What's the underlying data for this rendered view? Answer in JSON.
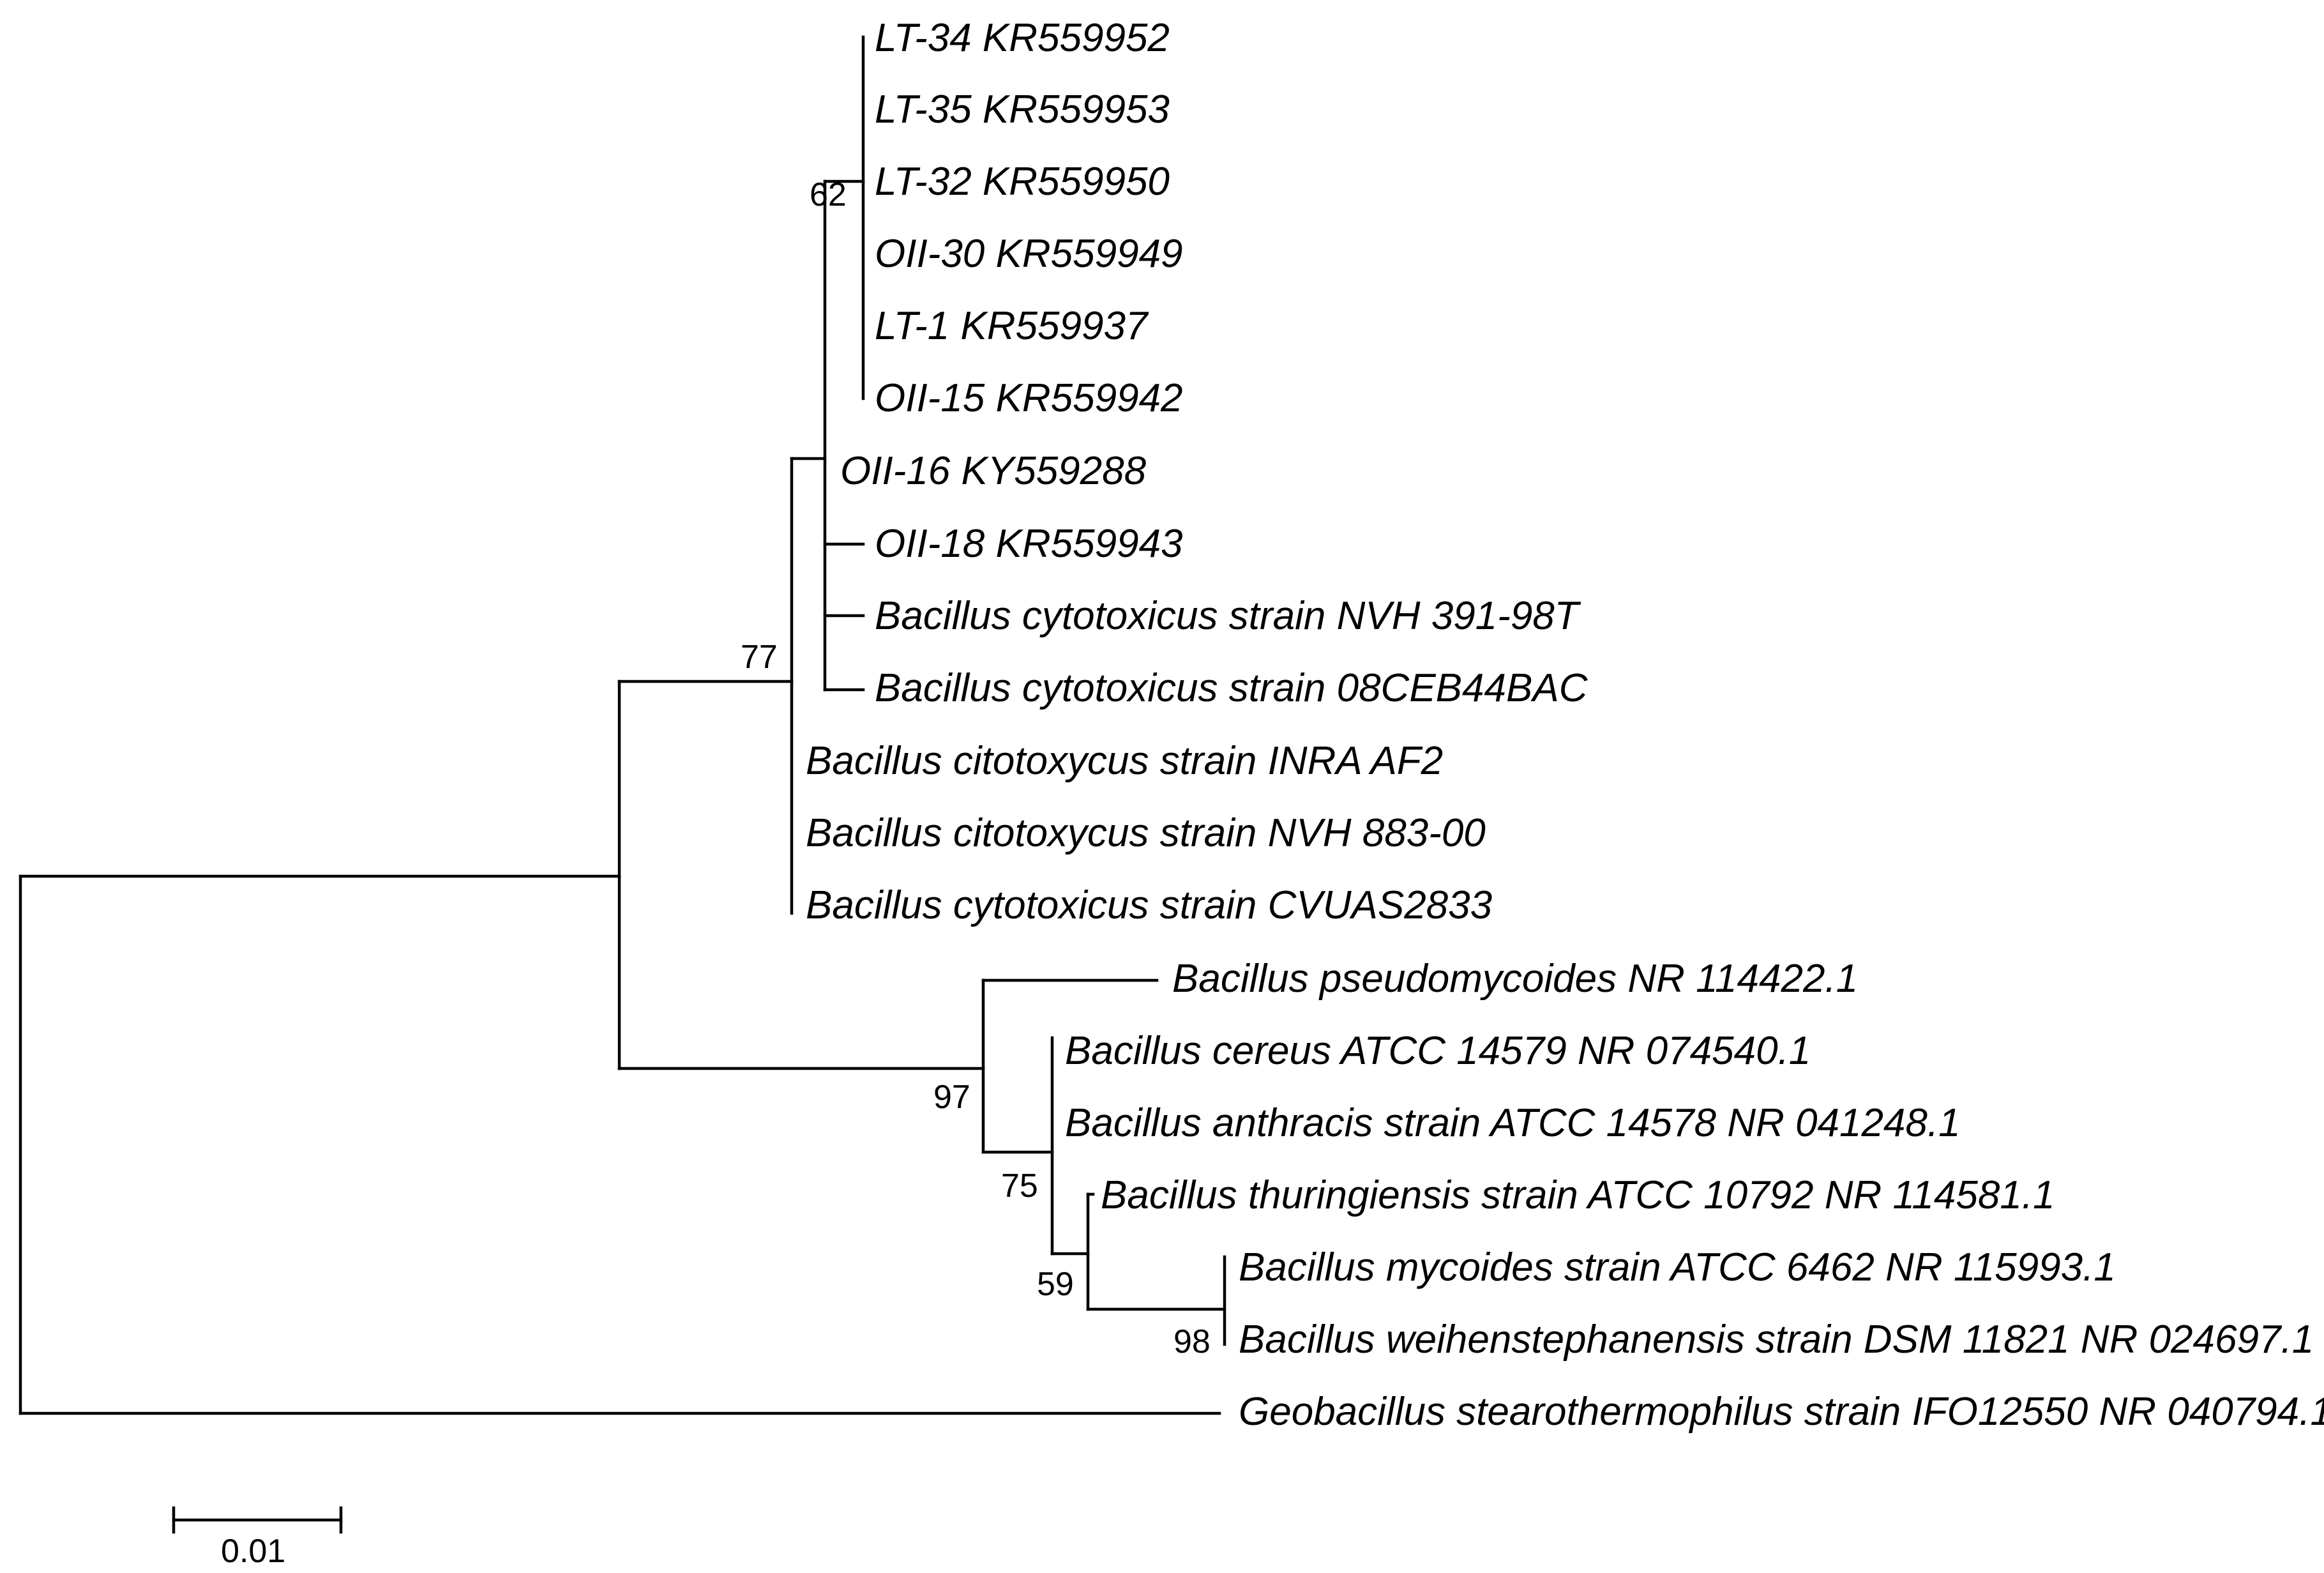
{
  "tree": {
    "taxa": [
      {
        "id": "lt34",
        "label": "LT-34 KR559952"
      },
      {
        "id": "lt35",
        "label": "LT-35 KR559953"
      },
      {
        "id": "lt32",
        "label": "LT-32 KR559950"
      },
      {
        "id": "oll30",
        "label": "OII-30 KR559949"
      },
      {
        "id": "lt1",
        "label": "LT-1 KR559937"
      },
      {
        "id": "oll15",
        "label": "OII-15 KR559942"
      },
      {
        "id": "oll16",
        "label": "OII-16 KY559288"
      },
      {
        "id": "oll18",
        "label": "OII-18 KR559943"
      },
      {
        "id": "bcyt_nvh391",
        "label": "Bacillus cytotoxicus strain NVH 391-98T"
      },
      {
        "id": "bcyt_08ceb",
        "label": "Bacillus cytotoxicus strain 08CEB44BAC"
      },
      {
        "id": "bcit_inra",
        "label": "Bacillus citotoxycus strain INRA AF2"
      },
      {
        "id": "bcit_nvh883",
        "label": "Bacillus citotoxycus strain NVH 883-00"
      },
      {
        "id": "bcyt_cvuas",
        "label": "Bacillus cytotoxicus strain CVUAS2833"
      },
      {
        "id": "bpseudo",
        "label": "Bacillus pseudomycoides NR 114422.1"
      },
      {
        "id": "bcereus",
        "label": "Bacillus cereus ATCC 14579 NR 074540.1"
      },
      {
        "id": "banthracis",
        "label": "Bacillus anthracis strain ATCC 14578 NR 041248.1"
      },
      {
        "id": "bthur",
        "label": "Bacillus thuringiensis strain ATCC 10792 NR 114581.1"
      },
      {
        "id": "bmycoides",
        "label": "Bacillus mycoides strain ATCC 6462 NR 115993.1"
      },
      {
        "id": "bweihen",
        "label": "Bacillus weihenstephanensis strain DSM 11821 NR 024697.1"
      },
      {
        "id": "geobac",
        "label": "Geobacillus stearothermophilus strain IFO12550 NR 040794.1"
      }
    ],
    "bootstrap": [
      {
        "node": "cytotoxicus-subclade",
        "value": "62"
      },
      {
        "node": "cytotoxicus-clade",
        "value": "77"
      },
      {
        "node": "cereus-group",
        "value": "97"
      },
      {
        "node": "cereus-anthracis-clade",
        "value": "75"
      },
      {
        "node": "thuringiensis-mycoides-clade",
        "value": "59"
      },
      {
        "node": "mycoides-weihenstephanensis",
        "value": "98"
      }
    ],
    "scale_bar": {
      "label": "0.01",
      "length": 0.01
    }
  }
}
